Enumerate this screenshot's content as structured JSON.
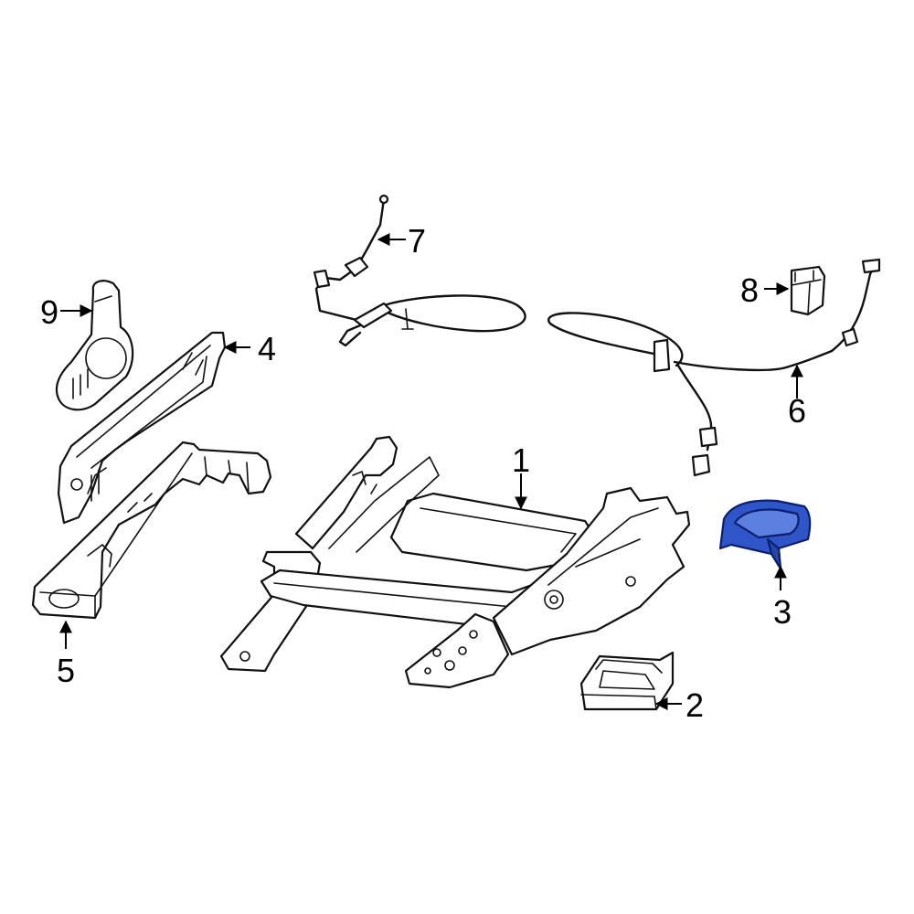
{
  "diagram": {
    "highlight_color": "#2f55c8",
    "line_color": "#111111",
    "highlighted_part": "3",
    "callouts": [
      {
        "id": "c1",
        "label": "1"
      },
      {
        "id": "c2",
        "label": "2"
      },
      {
        "id": "c3",
        "label": "3"
      },
      {
        "id": "c4",
        "label": "4"
      },
      {
        "id": "c5",
        "label": "5"
      },
      {
        "id": "c6",
        "label": "6"
      },
      {
        "id": "c7",
        "label": "7"
      },
      {
        "id": "c8",
        "label": "8"
      },
      {
        "id": "c9",
        "label": "9"
      }
    ]
  }
}
